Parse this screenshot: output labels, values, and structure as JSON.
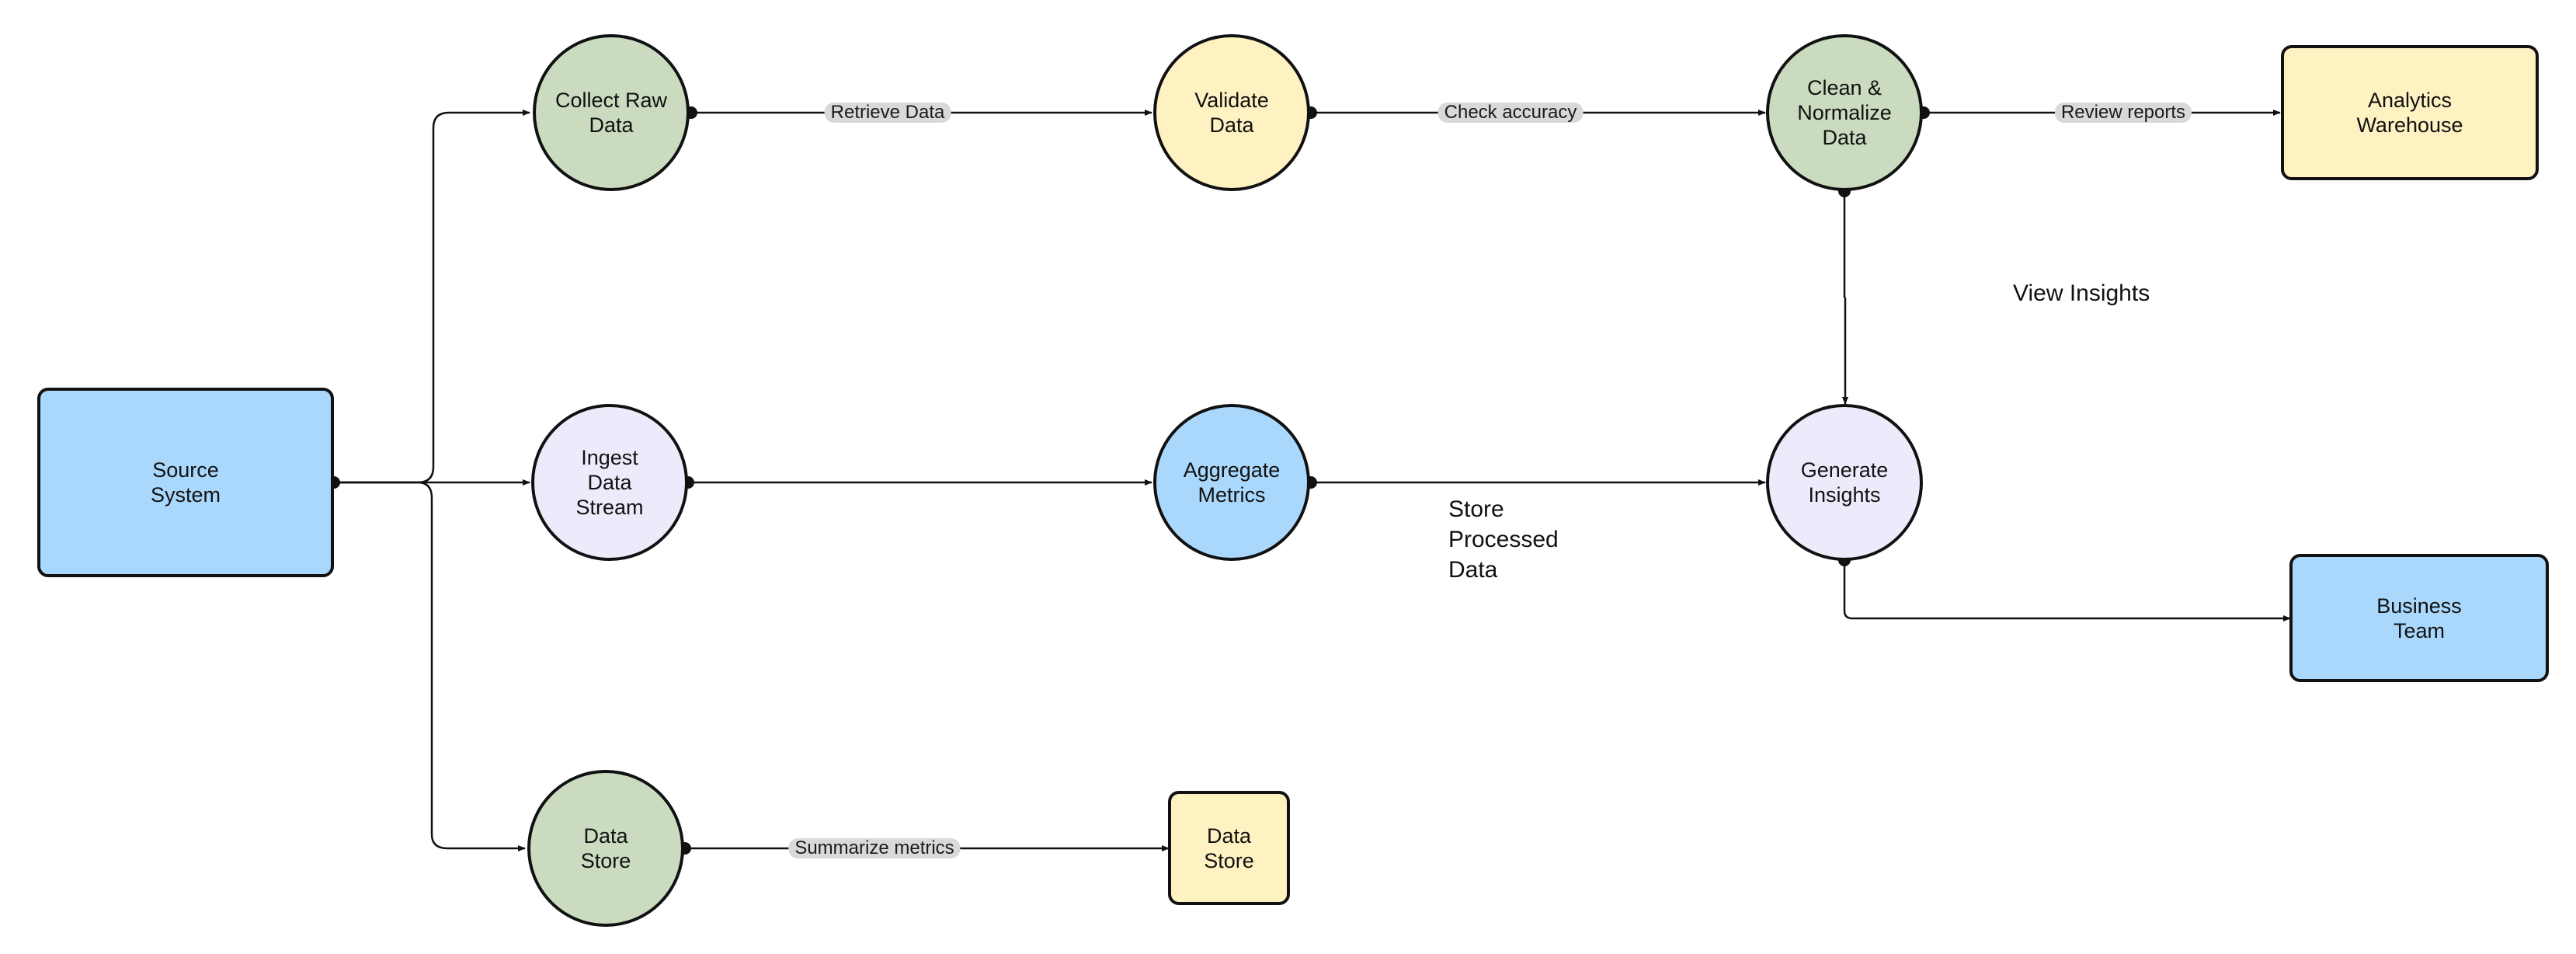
{
  "colors": {
    "green": "#cadbc0",
    "yellow": "#fff2c2",
    "lavender": "#efeafb",
    "blue": "#aad8fc",
    "stroke": "#111111",
    "label_bg": "#d9d9d9"
  },
  "nodes": {
    "source": {
      "label": "Source\nSystem",
      "shape": "rounded-rectangle",
      "color": "#aad8fc"
    },
    "collect": {
      "label": "Collect Raw\nData",
      "shape": "circle",
      "color": "#cadbc0"
    },
    "validate": {
      "label": "Validate\nData",
      "shape": "circle",
      "color": "#fff2c2"
    },
    "clean": {
      "label": "Clean &\nNormalize\nData",
      "shape": "circle",
      "color": "#cadbc0"
    },
    "warehouse": {
      "label": "Analytics\nWarehouse",
      "shape": "rounded-rectangle",
      "color": "#fff2c2"
    },
    "ingest": {
      "label": "Ingest\nData\nStream",
      "shape": "circle",
      "color": "#efeafb"
    },
    "aggregate": {
      "label": "Aggregate\nMetrics",
      "shape": "circle",
      "color": "#aad8fc"
    },
    "generate": {
      "label": "Generate\nInsights",
      "shape": "circle",
      "color": "#efeafb"
    },
    "business": {
      "label": "Business\nTeam",
      "shape": "rounded-rectangle",
      "color": "#aad8fc"
    },
    "datastore_circle": {
      "label": "Data\nStore",
      "shape": "circle",
      "color": "#cadbc0"
    },
    "datastore_box": {
      "label": "Data\nStore",
      "shape": "rounded-rectangle",
      "color": "#fff2c2"
    }
  },
  "edges": [
    {
      "from": "source",
      "to": "collect",
      "label": ""
    },
    {
      "from": "source",
      "to": "ingest",
      "label": ""
    },
    {
      "from": "source",
      "to": "datastore_circle",
      "label": ""
    },
    {
      "from": "collect",
      "to": "validate",
      "label": "Retrieve Data"
    },
    {
      "from": "validate",
      "to": "clean",
      "label": "Check accuracy"
    },
    {
      "from": "clean",
      "to": "warehouse",
      "label": "Review reports"
    },
    {
      "from": "ingest",
      "to": "aggregate",
      "label": ""
    },
    {
      "from": "aggregate",
      "to": "generate",
      "label": ""
    },
    {
      "from": "clean",
      "to": "generate",
      "label": ""
    },
    {
      "from": "generate",
      "to": "business",
      "label": ""
    },
    {
      "from": "datastore_circle",
      "to": "datastore_box",
      "label": "Summarize metrics"
    }
  ],
  "free_labels": {
    "store_processed": "Store\nProcessed\nData",
    "view_insights": "View Insights"
  }
}
